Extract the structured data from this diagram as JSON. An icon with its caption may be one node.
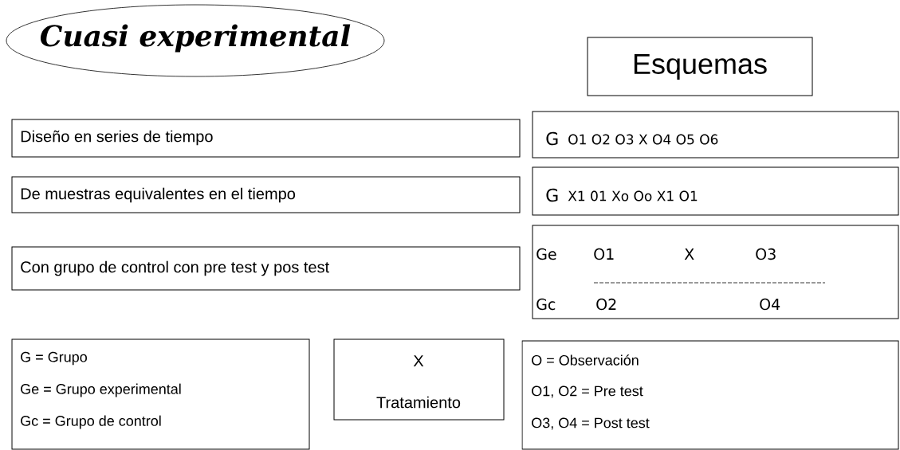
{
  "diagram": {
    "nodes": [
      {
        "text": [
          "Cuasi experimental"
        ]
      },
      {
        "text": [
          "Esquemas"
        ]
      },
      {
        "text": [
          "Diseño en series de tiempo"
        ]
      },
      {
        "text": [
          "De muestras equivalentes en el tiempo"
        ]
      },
      {
        "text": [
          "Con grupo de control con pre test y pos test"
        ]
      },
      {
        "text": [
          "G",
          "O1 O2 O3 X O4 O5 O6"
        ]
      },
      {
        "text": [
          "G",
          "X1 01 Xo Oo X1 O1"
        ]
      },
      {
        "text": [
          "Ge",
          "O1",
          "X",
          "O3",
          "Gc",
          "O2",
          "O4"
        ]
      },
      {
        "text": [
          "G = Grupo",
          "Ge = Grupo experimental",
          "Gc = Grupo de control"
        ]
      },
      {
        "text": [
          "X",
          "Tratamiento"
        ]
      },
      {
        "text": [
          "O = Observación",
          "O1, O2 = Pre test",
          "O3, O4 = Post test"
        ]
      }
    ],
    "edges": []
  }
}
